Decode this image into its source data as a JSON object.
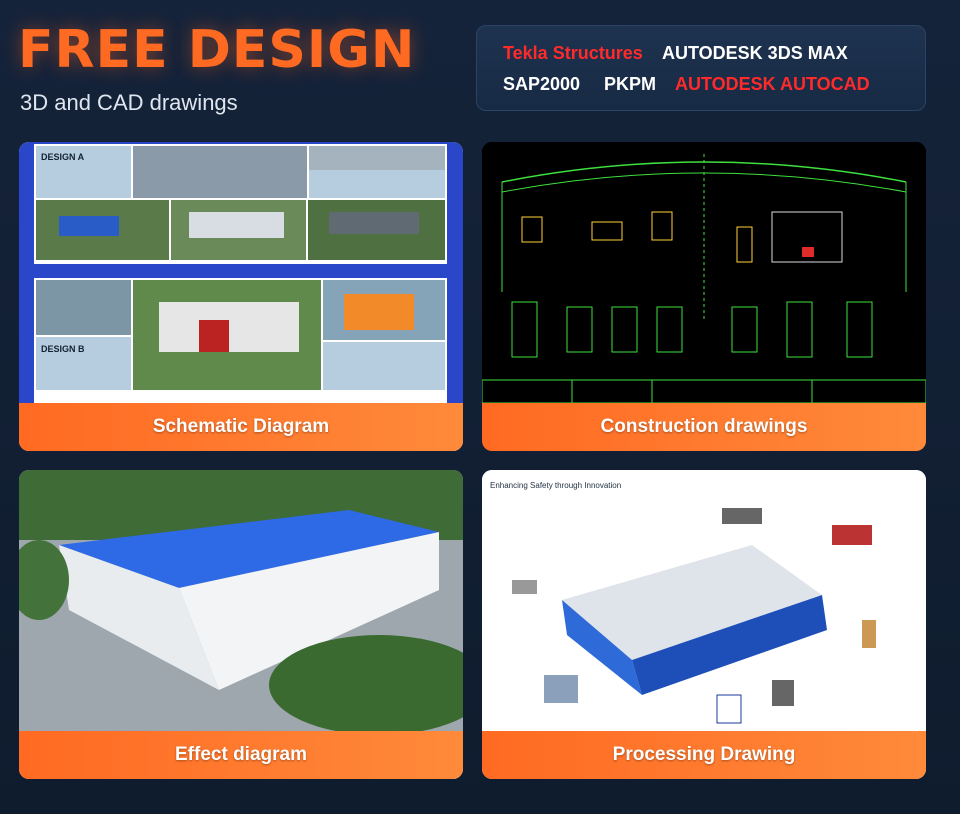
{
  "header": {
    "title": "FREE DESIGN",
    "subtitle": "3D and CAD drawings"
  },
  "tools": [
    {
      "label": "Tekla Structures",
      "color": "#ff2a2a"
    },
    {
      "label": "AUTODESK 3DS MAX",
      "color": "#ffffff"
    },
    {
      "label": "SAP2000",
      "color": "#ffffff"
    },
    {
      "label": "PKPM",
      "color": "#ffffff"
    },
    {
      "label": "AUTODESK AUTOCAD",
      "color": "#ff2a2a"
    }
  ],
  "cards": [
    {
      "caption": "Schematic Diagram",
      "labels": [
        "DESIGN A",
        "DESIGN B"
      ]
    },
    {
      "caption": "Construction drawings"
    },
    {
      "caption": "Effect diagram"
    },
    {
      "caption": "Processing Drawing",
      "lines": [
        "Enhancing Safety through Innovation"
      ]
    }
  ],
  "accent": "#ff6a22"
}
